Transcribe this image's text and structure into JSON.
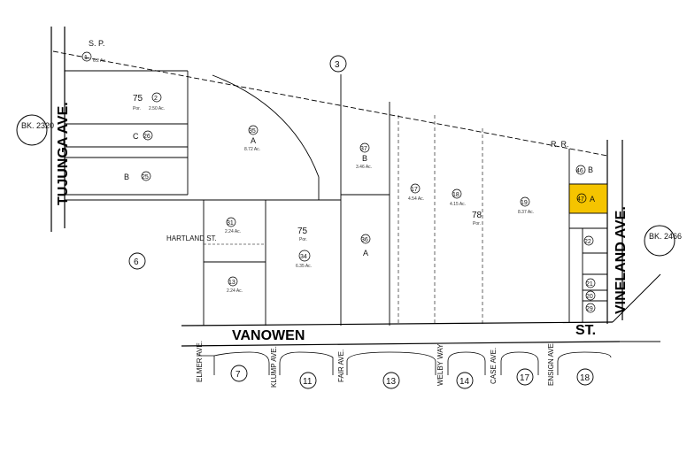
{
  "streets": {
    "tujunga": "TUJUNGA AVE.",
    "vineland": "VINELAND AVE.",
    "vanowen": "VANOWEN",
    "vanowen_st": "ST.",
    "hartland": "HARTLAND ST.",
    "elmer": "ELMER AVE.",
    "klump": "KLUMP AVE.",
    "fair": "FAIR AVE.",
    "welby": "WELBY WAY",
    "case": "CASE AVE.",
    "ensign": "ENSIGN AVE."
  },
  "railroad": {
    "sp": "S. P.",
    "rr": "R. R."
  },
  "book_refs": {
    "west": "BK. 2320",
    "east": "BK. 2466"
  },
  "map_pages": [
    "3",
    "6",
    "7",
    "11",
    "13",
    "14",
    "17",
    "18"
  ],
  "parcels": [
    {
      "num": "1",
      "area": "6.2 Ac."
    },
    {
      "num": "2",
      "area": "2.50 Ac."
    },
    {
      "num": "26",
      "letter": "C"
    },
    {
      "num": "25",
      "letter": "B"
    },
    {
      "num": "35",
      "letter": "A",
      "area": "8.72 Ac."
    },
    {
      "num": "37",
      "letter": "B",
      "area": "3.46 Ac."
    },
    {
      "num": "36",
      "letter": "A"
    },
    {
      "num": "17",
      "area": "4.54 Ac."
    },
    {
      "num": "18",
      "area": "4.15 Ac."
    },
    {
      "num": "19",
      "area": "8.37 Ac."
    },
    {
      "num": "31",
      "area": "2.24 Ac."
    },
    {
      "num": "13",
      "area": "2.24 Ac."
    },
    {
      "num": "34",
      "area": "6.35 Ac."
    },
    {
      "num": "46",
      "letter": "B"
    },
    {
      "num": "47",
      "letter": "A",
      "highlighted": true
    },
    {
      "num": "22"
    },
    {
      "num": "21"
    },
    {
      "num": "20"
    },
    {
      "num": "29"
    }
  ],
  "block_labels": {
    "block_75a": "75",
    "block_75a_sub": "Por.",
    "block_75b": "75",
    "block_75b_sub": "Por.",
    "block_78": "78",
    "block_78_sub": "Por."
  },
  "highlight_color": "#f5c400"
}
